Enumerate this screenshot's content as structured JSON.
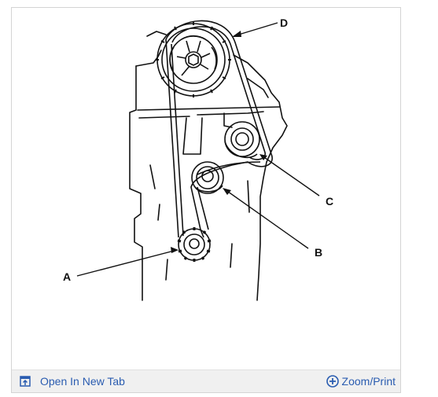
{
  "figure": {
    "callouts": {
      "a": "A",
      "b": "B",
      "c": "C",
      "d": "D"
    }
  },
  "footer": {
    "open_new_tab": {
      "label": "Open In New Tab",
      "icon": "open-new-tab-icon"
    },
    "zoom_print": {
      "label": "Zoom/Print",
      "icon": "zoom-plus-icon"
    }
  },
  "colors": {
    "link": "#2a5cb0",
    "footer_bg": "#f0f0f0",
    "border": "#d4d4d4",
    "ink": "#111111"
  }
}
